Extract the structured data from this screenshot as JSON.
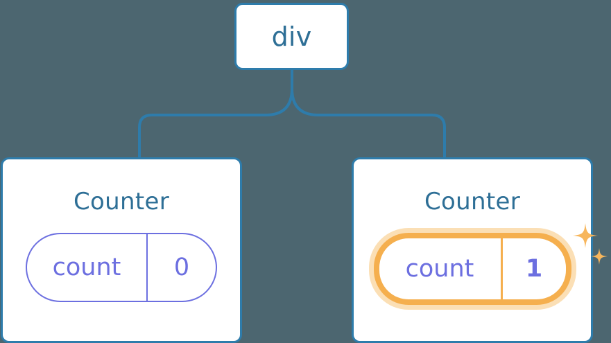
{
  "diagram": {
    "type": "component-tree",
    "background_color": "#4C6670",
    "node_border_color": "#2E7CAB",
    "node_fill_color": "#FFFFFF",
    "title_color": "#2E6F96",
    "state_color": "#6C6FE0",
    "highlight_color": "#F5AF4E",
    "highlight_glow_color": "#FBDFB5",
    "root": {
      "label": "div"
    },
    "children": [
      {
        "title": "Counter",
        "state": {
          "key": "count",
          "value": "0"
        },
        "highlighted": false
      },
      {
        "title": "Counter",
        "state": {
          "key": "count",
          "value": "1"
        },
        "highlighted": true,
        "sparkle_count": 2
      }
    ]
  }
}
